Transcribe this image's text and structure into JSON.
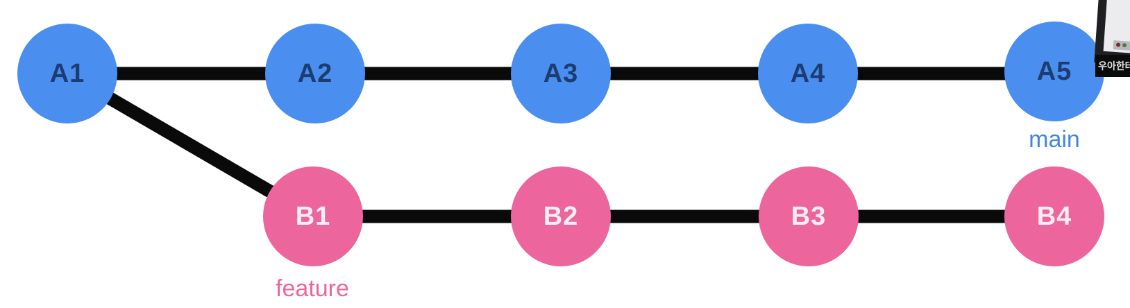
{
  "diagram": {
    "type": "git-branch-graph",
    "background_color": "#ffffff",
    "edge_color": "#0a0a0a",
    "main_branch": {
      "label": "main",
      "node_color": "#4a8ff0",
      "node_text_color": "#1d3c72",
      "label_color": "#4285e0",
      "nodes": [
        "A1",
        "A2",
        "A3",
        "A4",
        "A5"
      ]
    },
    "feature_branch": {
      "label": "feature",
      "node_color": "#ec659d",
      "node_text_color": "#fdeef5",
      "label_color": "#ec659d",
      "nodes": [
        "B1",
        "B2",
        "B3",
        "B4"
      ]
    },
    "edges": [
      [
        "A1",
        "A2"
      ],
      [
        "A2",
        "A3"
      ],
      [
        "A3",
        "A4"
      ],
      [
        "A4",
        "A5"
      ],
      [
        "A1",
        "B1"
      ],
      [
        "B1",
        "B2"
      ],
      [
        "B2",
        "B3"
      ],
      [
        "B3",
        "B4"
      ]
    ]
  },
  "video_overlay": {
    "caption": "우아한테"
  }
}
